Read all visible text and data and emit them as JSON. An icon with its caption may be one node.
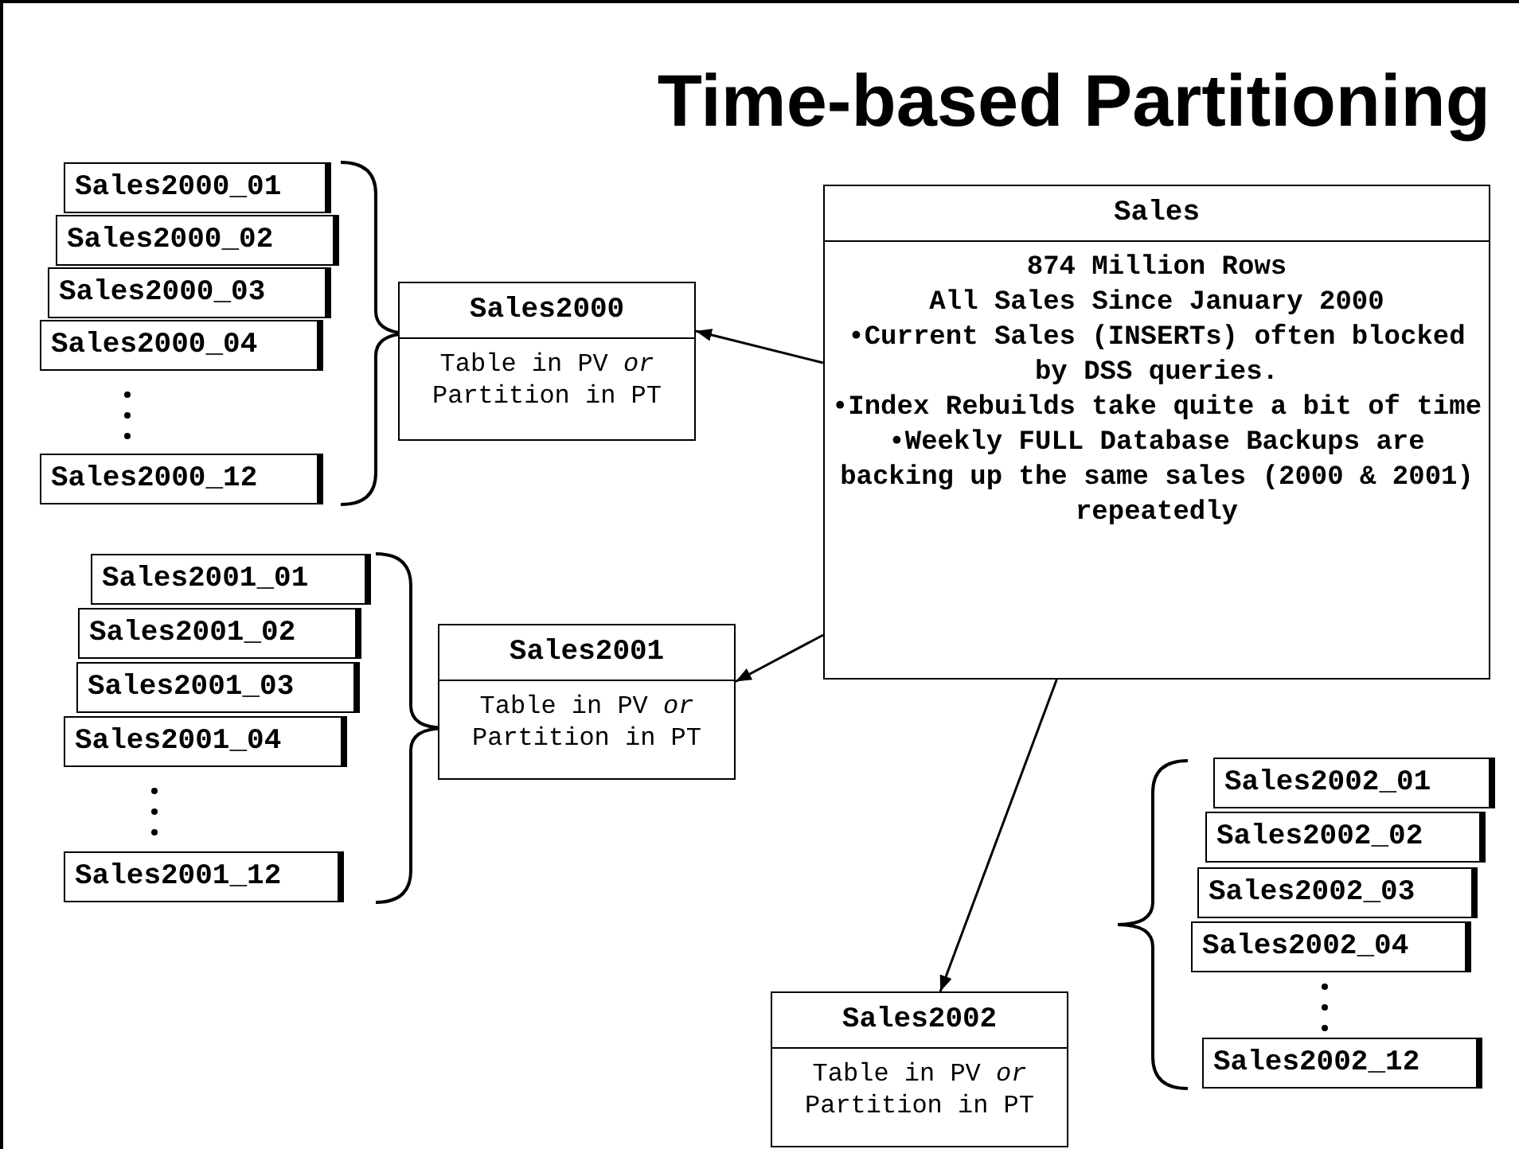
{
  "diagram": {
    "title": "Time-based Partitioning",
    "nodes": [
      {
        "text": [
          "Sales",
          "874 Million Rows",
          "All Sales Since January 2000",
          "•Current Sales (INSERTs) often blocked by DSS queries.",
          "•Index Rebuilds take quite a bit of time",
          "•Weekly FULL Database Backups are backing up the same sales (2000 & 2001) repeatedly"
        ]
      },
      {
        "text": [
          "Sales2000",
          "Table in PV *or* Partition in PT"
        ]
      },
      {
        "text": [
          "Sales2001",
          "Table in PV *or* Partition in PT"
        ]
      },
      {
        "text": [
          "Sales2002",
          "Table in PV *or* Partition in PT"
        ]
      },
      {
        "text": [
          "Sales2000_01"
        ]
      },
      {
        "text": [
          "Sales2000_02"
        ]
      },
      {
        "text": [
          "Sales2000_03"
        ]
      },
      {
        "text": [
          "Sales2000_04"
        ]
      },
      {
        "text": [
          "Sales2000_12"
        ]
      },
      {
        "text": [
          "Sales2001_01"
        ]
      },
      {
        "text": [
          "Sales2001_02"
        ]
      },
      {
        "text": [
          "Sales2001_03"
        ]
      },
      {
        "text": [
          "Sales2001_04"
        ]
      },
      {
        "text": [
          "Sales2001_12"
        ]
      },
      {
        "text": [
          "Sales2002_01"
        ]
      },
      {
        "text": [
          "Sales2002_02"
        ]
      },
      {
        "text": [
          "Sales2002_03"
        ]
      },
      {
        "text": [
          "Sales2002_04"
        ]
      },
      {
        "text": [
          "Sales2002_12"
        ]
      }
    ],
    "edges": [
      {
        "from": 0,
        "to": 1,
        "arrow": "to"
      },
      {
        "from": 0,
        "to": 2,
        "arrow": "to"
      },
      {
        "from": 0,
        "to": 3,
        "arrow": "to"
      }
    ]
  }
}
